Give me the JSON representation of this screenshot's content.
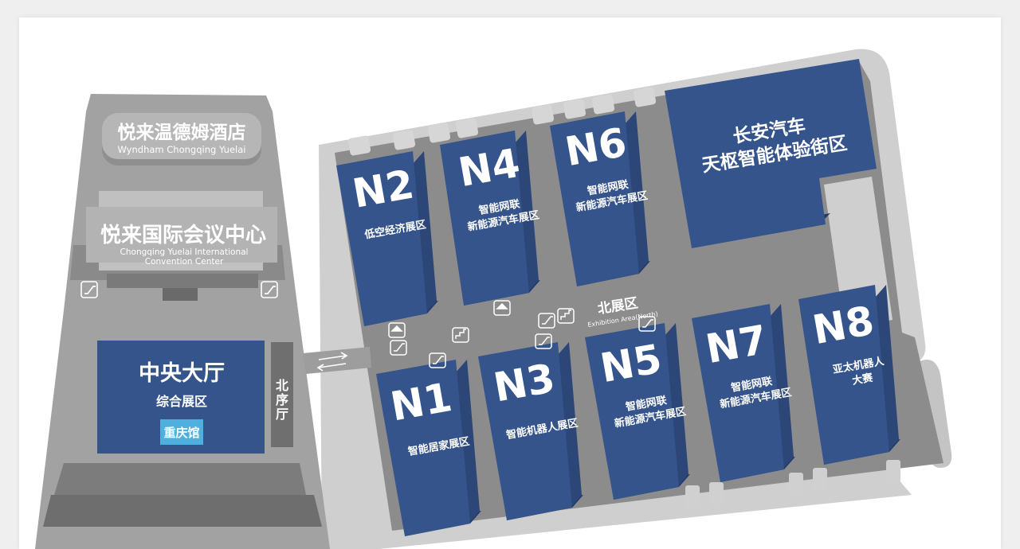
{
  "colors": {
    "hall_blue": "#35548b",
    "hall_dark": "#223a6a",
    "ground": "#8c8c8c",
    "track": "#cfcfcf",
    "building_light": "#a3a3a3",
    "building_dark": "#6e6e6e",
    "badge": "#4fb0e0"
  },
  "west": {
    "hotel": {
      "name": "悦来温德姆酒店",
      "name_en": "Wyndham Chongqing Yuelai"
    },
    "convention": {
      "name": "悦来国际会议中心",
      "name_en_1": "Chongqing Yuelai International",
      "name_en_2": "Convention Center"
    },
    "central_hall": {
      "name": "中央大厅",
      "subtitle": "综合展区",
      "badge": "重庆馆"
    },
    "north_foyer": {
      "c1": "北",
      "c2": "序",
      "c3": "厅"
    }
  },
  "north_area": {
    "name": "北展区",
    "name_en": "Exhibition Area(North)"
  },
  "halls": {
    "n1": {
      "code": "N1",
      "line1": "智能居家展区",
      "line2": ""
    },
    "n2": {
      "code": "N2",
      "line1": "低空经济展区",
      "line2": ""
    },
    "n3": {
      "code": "N3",
      "line1": "智能机器人展区",
      "line2": ""
    },
    "n4": {
      "code": "N4",
      "line1": "智能网联",
      "line2": "新能源汽车展区"
    },
    "n5": {
      "code": "N5",
      "line1": "智能网联",
      "line2": "新能源汽车展区"
    },
    "n6": {
      "code": "N6",
      "line1": "智能网联",
      "line2": "新能源汽车展区"
    },
    "n7": {
      "code": "N7",
      "line1": "智能网联",
      "line2": "新能源汽车展区"
    },
    "n8": {
      "code": "N8",
      "line1": "亚太机器人",
      "line2": "大赛"
    }
  },
  "changan": {
    "line1": "长安汽车",
    "line2": "天枢智能体验街区"
  }
}
